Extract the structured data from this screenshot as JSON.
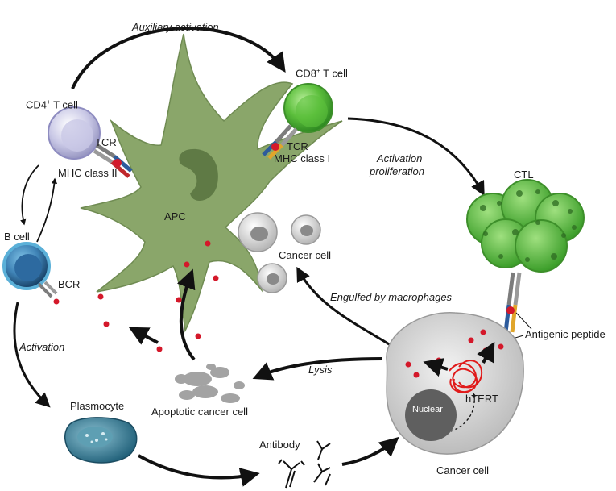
{
  "labels": {
    "auxiliary_activation": "Auxiliary activation",
    "cd8_t_cell_pre": "CD8",
    "cd8_t_cell_sup": "+",
    "cd8_t_cell_post": " T cell",
    "cd4_t_cell_pre": "CD4",
    "cd4_t_cell_sup": "+",
    "cd4_t_cell_post": " T cell",
    "tcr_left": "TCR",
    "mhc_class_ii": "MHC class II",
    "tcr_right": "TCR",
    "mhc_class_i": "MHC class I",
    "activation_proliferation_line1": "Activation",
    "activation_proliferation_line2": "proliferation",
    "ctl": "CTL",
    "apc": "APC",
    "b_cell": "B cell",
    "bcr": "BCR",
    "cancer_cell_apc": "Cancer cell",
    "engulfed_by_macrophages": "Engulfed by macrophages",
    "antigenic_peptide": "Antigenic peptide",
    "activation": "Activation",
    "lysis": "Lysis",
    "plasmocyte": "Plasmocyte",
    "apoptotic_cancer_cell": "Apoptotic cancer cell",
    "antibody": "Antibody",
    "nuclear": "Nuclear",
    "htert": "hTERT",
    "cancer_cell_bottom": "Cancer cell"
  },
  "colors": {
    "apc_green": "#8aa66a",
    "apc_dark": "#6f8b52",
    "cd8_green": "#5cbf3c",
    "cd4_lavender": "#c9c8e6",
    "b_cell_blue": "#3f83b6",
    "plasmocyte_teal": "#2f7f96",
    "cancer_gray": "#cfcfcf",
    "peptide_red": "#d4182a",
    "htert_red": "#e01a1a",
    "arrow_black": "#111111"
  }
}
